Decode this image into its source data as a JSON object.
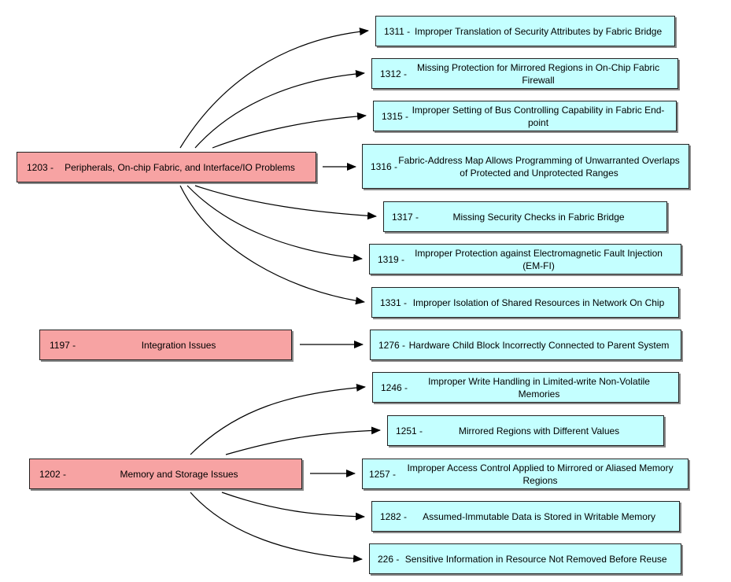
{
  "colors": {
    "parent_fill": "#f7a3a3",
    "child_fill": "#c4ffff",
    "edge": "#000000"
  },
  "groups": [
    {
      "parent": {
        "id": "1203 -",
        "label": "Peripherals, On-chip Fabric, and Interface/IO Problems"
      },
      "children": [
        {
          "id": "1311 -",
          "label": "Improper Translation of Security Attributes by Fabric Bridge"
        },
        {
          "id": "1312 -",
          "label": "Missing Protection for Mirrored Regions in On-Chip Fabric Firewall"
        },
        {
          "id": "1315 -",
          "label": "Improper Setting of Bus Controlling Capability in Fabric End-point"
        },
        {
          "id": "1316 -",
          "label": "Fabric-Address Map Allows Programming of Unwarranted Overlaps of Protected and Unprotected Ranges"
        },
        {
          "id": "1317 -",
          "label": "Missing Security Checks in Fabric Bridge"
        },
        {
          "id": "1319 -",
          "label": "Improper Protection against Electromagnetic Fault Injection (EM-FI)"
        },
        {
          "id": "1331 -",
          "label": "Improper Isolation of Shared Resources in Network On Chip"
        }
      ]
    },
    {
      "parent": {
        "id": "1197 -",
        "label": "Integration Issues"
      },
      "children": [
        {
          "id": "1276 -",
          "label": "Hardware Child Block Incorrectly Connected to Parent System"
        }
      ]
    },
    {
      "parent": {
        "id": "1202 -",
        "label": "Memory and Storage Issues"
      },
      "children": [
        {
          "id": "1246 -",
          "label": "Improper Write Handling in Limited-write Non-Volatile Memories"
        },
        {
          "id": "1251 -",
          "label": "Mirrored Regions with Different Values"
        },
        {
          "id": "1257 -",
          "label": "Improper Access Control Applied to Mirrored or Aliased Memory Regions"
        },
        {
          "id": "1282 -",
          "label": "Assumed-Immutable Data is Stored in Writable Memory"
        },
        {
          "id": "226 -",
          "label": "Sensitive Information in Resource Not Removed Before Reuse"
        }
      ]
    }
  ]
}
